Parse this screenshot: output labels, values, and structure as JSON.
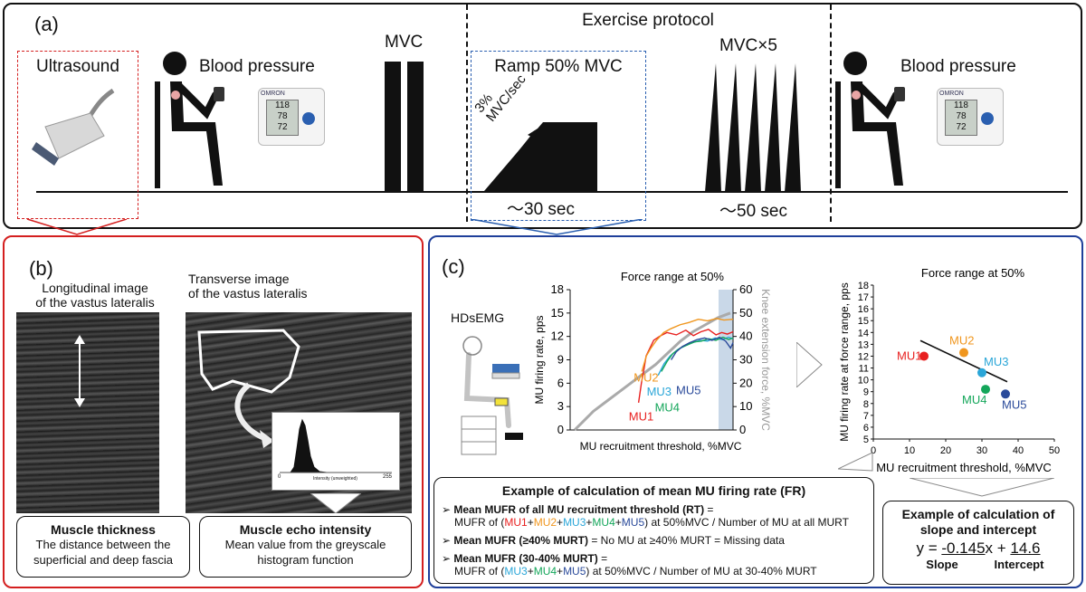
{
  "panel_a": {
    "label": "(a)",
    "exercise_protocol": "Exercise protocol",
    "ultrasound": "Ultrasound",
    "blood_pressure_1": "Blood pressure",
    "blood_pressure_2": "Blood pressure",
    "mvc": "MVC",
    "ramp": "Ramp 50% MVC",
    "slope_label_1": "3%",
    "slope_label_2": "MVC/sec",
    "ramp_duration": "～30 sec",
    "mvc_x5": "MVC×5",
    "mvc_x5_duration": "～50 sec",
    "bp_brand": "OMRON",
    "bp_reading_1": "118",
    "bp_reading_2": "78",
    "bp_reading_3": "72"
  },
  "panel_b": {
    "label": "(b)",
    "longitudinal_title_1": "Longitudinal image",
    "longitudinal_title_2": "of the vastus lateralis",
    "transverse_title_1": "Transverse image",
    "transverse_title_2": "of the vastus lateralis",
    "histogram_axis_min": "0",
    "histogram_axis_max": "255",
    "histogram_axis_label": "Intensity (unweighted)",
    "thickness_title": "Muscle thickness",
    "thickness_desc_1": "The distance between the",
    "thickness_desc_2": "superficial and deep fascia",
    "echo_title": "Muscle echo intensity",
    "echo_desc_1": "Mean value from the greyscale",
    "echo_desc_2": "histogram function"
  },
  "panel_c": {
    "label": "(c)",
    "hdsemg": "HDsEMG",
    "calc_fr": {
      "title": "Example of calculation of mean MU firing rate (FR)",
      "line1_bold": "Mean MUFR of all MU recruitment threshold (RT)",
      "line1_eq": " =",
      "line1b_pre": "MUFR of (",
      "line1b_post": ") at 50%MVC / Number of MU at all MURT",
      "line2_bold": "Mean MUFR (≥40% MURT)",
      "line2_rest": " = No MU at ≥40% MURT = Missing data",
      "line3_bold": "Mean MUFR (30-40% MURT)",
      "line3_eq": " =",
      "line3b_pre": "MUFR of (",
      "line3b_post": ") at 50%MVC / Number of MU at 30-40% MURT",
      "mu1": "MU1",
      "mu2": "MU2",
      "mu3": "MU3",
      "mu4": "MU4",
      "mu5": "MU5",
      "plus": "+"
    },
    "calc_slope": {
      "title_1": "Example of calculation of",
      "title_2": "slope and intercept",
      "eq_prefix": "y = ",
      "slope": "-0.145",
      "eq_mid": "x + ",
      "intercept": "14.6",
      "slope_label": "Slope",
      "intercept_label": "Intercept"
    }
  },
  "colors": {
    "mu1": "#e8201f",
    "mu2": "#f0961e",
    "mu3": "#2aa6d8",
    "mu4": "#14a65a",
    "mu5": "#2a4a9a",
    "panel_a_border": "#111111",
    "panel_b_border": "#d41f1f",
    "panel_c_border": "#1f3f9a",
    "force_band": "#c9d8e8",
    "force_line": "#aaaaaa"
  },
  "chart_data": [
    {
      "type": "line",
      "title": "Force range at 50%",
      "xlabel": "MU recruitment threshold, %MVC",
      "ylabel": "MU firing rate, pps",
      "y2label": "Knee extension force, %MVC",
      "ylim": [
        0,
        18
      ],
      "y2lim": [
        0,
        60
      ],
      "yticks": [
        0,
        3,
        6,
        9,
        12,
        15,
        18
      ],
      "y2ticks": [
        0,
        10,
        20,
        30,
        40,
        50,
        60
      ],
      "highlight_band": "Force range at 50%",
      "series": [
        {
          "name": "MU1",
          "color": "#e8201f",
          "x": [
            0.0,
            0.03,
            0.06,
            0.08,
            0.12,
            0.16,
            0.22,
            0.3,
            0.4,
            0.5,
            0.58,
            0.66,
            0.74,
            0.82,
            0.88,
            0.94,
            1.0
          ],
          "y": [
            3.5,
            6,
            8,
            9.5,
            10.5,
            11.5,
            12,
            12.5,
            12.2,
            12.8,
            12.1,
            12.6,
            12.9,
            12.2,
            12.5,
            12.3,
            12.6
          ]
        },
        {
          "name": "MU2",
          "color": "#f0961e",
          "x": [
            0.0,
            0.05,
            0.1,
            0.16,
            0.24,
            0.32,
            0.42,
            0.52,
            0.62,
            0.72,
            0.82,
            0.9,
            1.0
          ],
          "y": [
            7.5,
            9.5,
            10.5,
            11.5,
            12.5,
            13,
            13.5,
            13.8,
            14.2,
            14.0,
            14.3,
            14.1,
            14.2
          ]
        },
        {
          "name": "MU3",
          "color": "#2aa6d8",
          "x": [
            0.0,
            0.08,
            0.16,
            0.26,
            0.36,
            0.46,
            0.56,
            0.66,
            0.76,
            0.86,
            0.94,
            1.0
          ],
          "y": [
            7,
            8.5,
            9.5,
            10.3,
            10.8,
            11.2,
            11.5,
            11.4,
            11.8,
            11.6,
            11.9,
            11.7
          ]
        },
        {
          "name": "MU4",
          "color": "#14a65a",
          "x": [
            0.0,
            0.08,
            0.16,
            0.26,
            0.36,
            0.46,
            0.56,
            0.66,
            0.76,
            0.86,
            0.94,
            1.0
          ],
          "y": [
            7.5,
            8.8,
            9.8,
            10.5,
            10.9,
            11.3,
            11.4,
            11.7,
            11.5,
            11.9,
            11.6,
            11.8
          ]
        },
        {
          "name": "MU5",
          "color": "#2a4a9a",
          "x": [
            0.0,
            0.08,
            0.18,
            0.3,
            0.42,
            0.54,
            0.66,
            0.78,
            0.88,
            0.96,
            1.0
          ],
          "y": [
            9,
            10,
            10.7,
            11.2,
            11.6,
            11.8,
            11.5,
            11.9,
            11.4,
            10.5,
            11.2
          ]
        }
      ],
      "force_trace": {
        "x": [
          0,
          3,
          6,
          10,
          14,
          18,
          22,
          26,
          30,
          34,
          38,
          42,
          46,
          50
        ],
        "y": [
          0,
          4,
          8,
          12,
          16,
          20,
          24,
          28,
          33,
          38,
          42,
          45,
          48,
          50
        ]
      }
    },
    {
      "type": "scatter",
      "title": "Force range at 50%",
      "xlabel": "MU recruitment threshold, %MVC",
      "ylabel": "MU firing rate at force range, pps",
      "xlim": [
        0,
        50
      ],
      "ylim": [
        5,
        18
      ],
      "xticks": [
        0,
        10,
        20,
        30,
        40,
        50
      ],
      "yticks": [
        5,
        6,
        7,
        8,
        9,
        10,
        11,
        12,
        13,
        14,
        15,
        16,
        17,
        18
      ],
      "points": [
        {
          "name": "MU1",
          "x": 14,
          "y": 12.0,
          "color": "#e8201f"
        },
        {
          "name": "MU2",
          "x": 25,
          "y": 12.3,
          "color": "#f0961e"
        },
        {
          "name": "MU3",
          "x": 30,
          "y": 10.6,
          "color": "#2aa6d8"
        },
        {
          "name": "MU4",
          "x": 31,
          "y": 9.2,
          "color": "#14a65a"
        },
        {
          "name": "MU5",
          "x": 36.5,
          "y": 8.8,
          "color": "#2a4a9a"
        }
      ],
      "regression": {
        "slope": -0.145,
        "intercept": 14.6,
        "x_range": [
          13,
          37
        ]
      }
    }
  ]
}
